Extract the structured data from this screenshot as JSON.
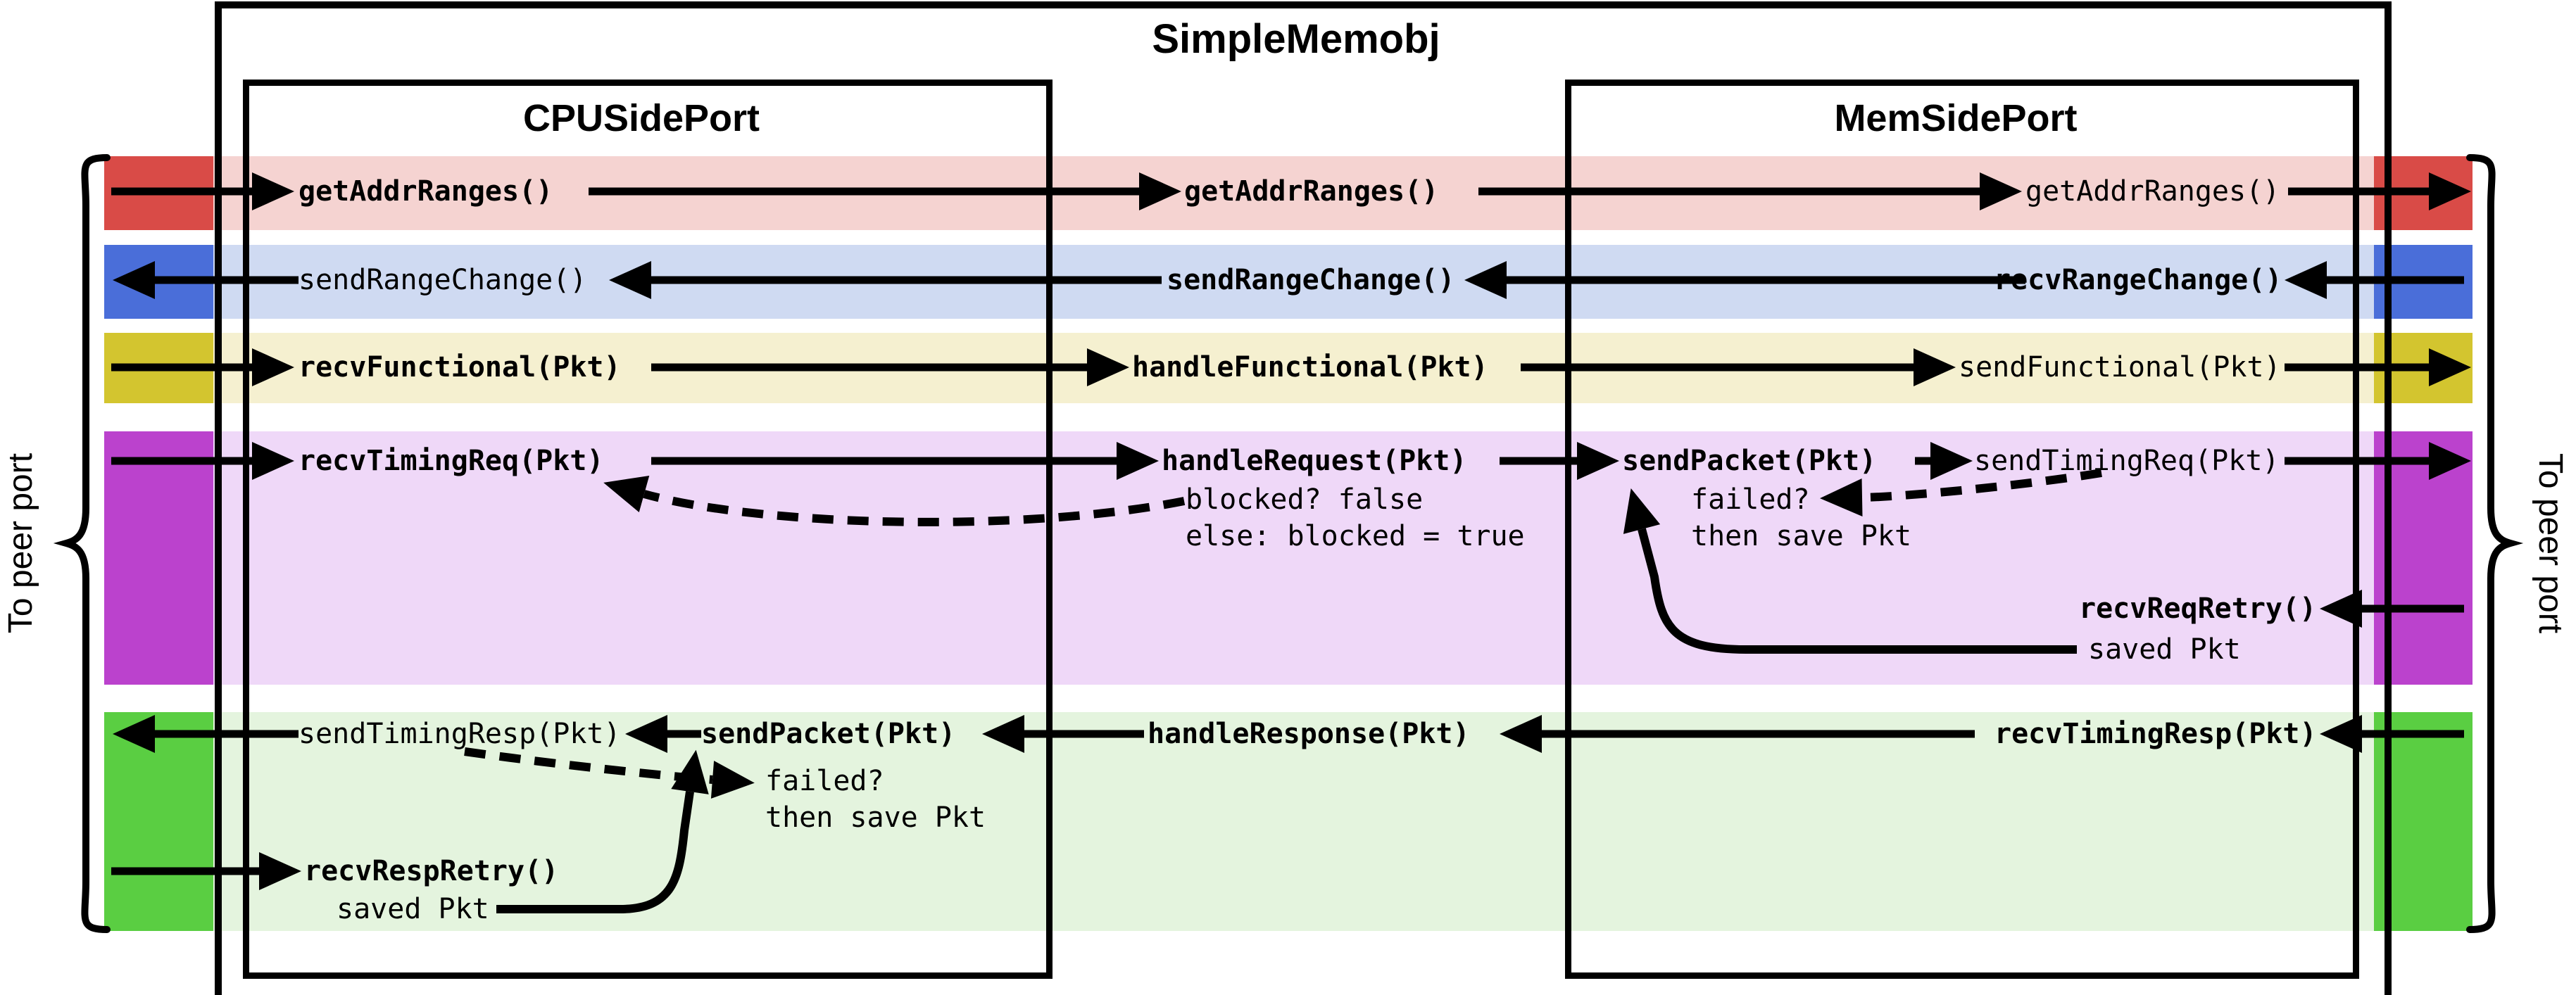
{
  "title": "SimpleMemobj",
  "boxes": {
    "cpu": "CPUSidePort",
    "mem": "MemSidePort"
  },
  "side_labels": {
    "left": "To peer port",
    "right": "To peer port"
  },
  "colors": {
    "band_red": "#f5d3d1",
    "block_red": "#d94b47",
    "band_blue": "#cfdaf2",
    "block_blue": "#4a6ed9",
    "band_yellow": "#f5f0d0",
    "block_yellow": "#d3c52f",
    "band_magenta": "#efd8f8",
    "block_magenta": "#bb42cd",
    "band_green": "#e4f4de",
    "block_green": "#5ace42",
    "stroke": "#000000"
  },
  "rows": {
    "addr": {
      "cpu": "getAddrRanges()",
      "mid": "getAddrRanges()",
      "mem": "getAddrRanges()"
    },
    "range": {
      "cpu": "sendRangeChange()",
      "mid": "sendRangeChange()",
      "mem": "recvRangeChange()"
    },
    "functional": {
      "cpu": "recvFunctional(Pkt)",
      "mid": "handleFunctional(Pkt)",
      "mem": "sendFunctional(Pkt)"
    },
    "timing_req": {
      "cpu": "recvTimingReq(Pkt)",
      "mid": "handleRequest(Pkt)",
      "mid_note1": "blocked? false",
      "mid_note2": "else: blocked = true",
      "mem_send": "sendPacket(Pkt)",
      "mem_note1": "failed?",
      "mem_note2": "then save Pkt",
      "mem": "sendTimingReq(Pkt)",
      "retry": "recvReqRetry()",
      "saved": "saved Pkt"
    },
    "timing_resp": {
      "mem": "recvTimingResp(Pkt)",
      "mid": "handleResponse(Pkt)",
      "cpu_send": "sendPacket(Pkt)",
      "cpu": "sendTimingResp(Pkt)",
      "note1": "failed?",
      "note2": "then save Pkt",
      "retry": "recvRespRetry()",
      "saved": "saved Pkt"
    }
  }
}
